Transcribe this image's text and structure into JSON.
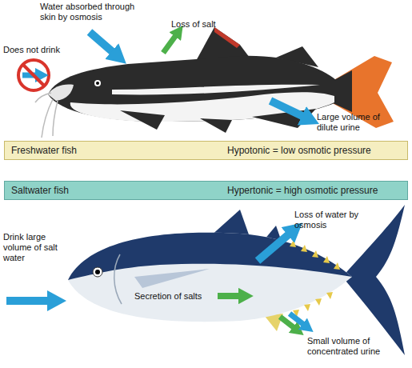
{
  "diagram": {
    "nodes": [
      {
        "text": [
          "Freshwater fish",
          "Hypotonic = low osmotic pressure"
        ]
      },
      {
        "text": [
          "Saltwater fish",
          "Hypertonic = high osmotic pressure"
        ]
      }
    ],
    "labels": [
      "Water absorbed through skin by osmosis",
      "Loss of salt",
      "Does not drink",
      "Large volume of dilute urine",
      "Loss of water by osmosis",
      "Drink large volume of salt water",
      "Secretion of salts",
      "Small volume of concentrated urine"
    ]
  }
}
